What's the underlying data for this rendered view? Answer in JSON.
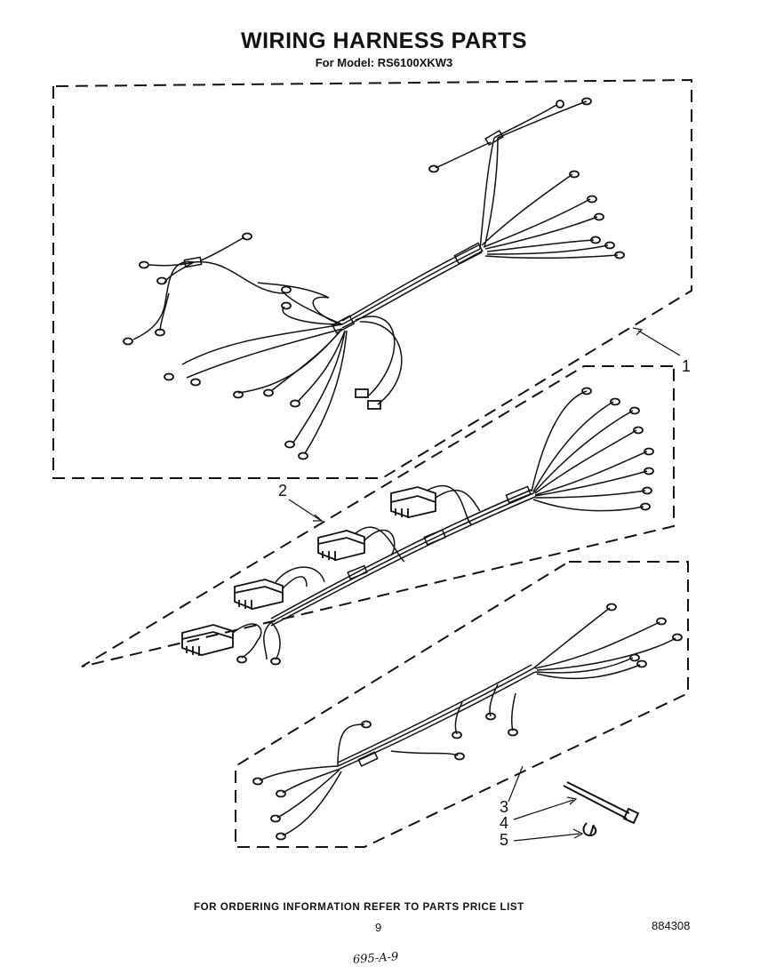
{
  "header": {
    "title": "WIRING HARNESS PARTS",
    "model_line": "For Model: RS6100XKW3"
  },
  "callouts": [
    {
      "label": "1"
    },
    {
      "label": "2"
    },
    {
      "label": "3"
    },
    {
      "label": "4"
    },
    {
      "label": "5"
    }
  ],
  "footer": {
    "ordering_note": "FOR ORDERING INFORMATION REFER TO PARTS PRICE LIST",
    "page_number": "9",
    "diagram_number": "884308",
    "handwritten_note": "695-A-9"
  }
}
